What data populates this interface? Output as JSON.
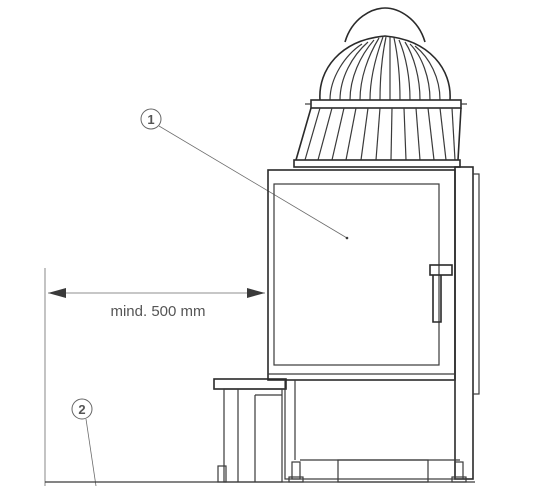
{
  "dimension": {
    "label": "mind. 500 mm"
  },
  "callouts": [
    {
      "number": "1"
    },
    {
      "number": "2"
    }
  ],
  "colors": {
    "line": "#3a3a3a",
    "text": "#555555",
    "background": "#ffffff"
  }
}
